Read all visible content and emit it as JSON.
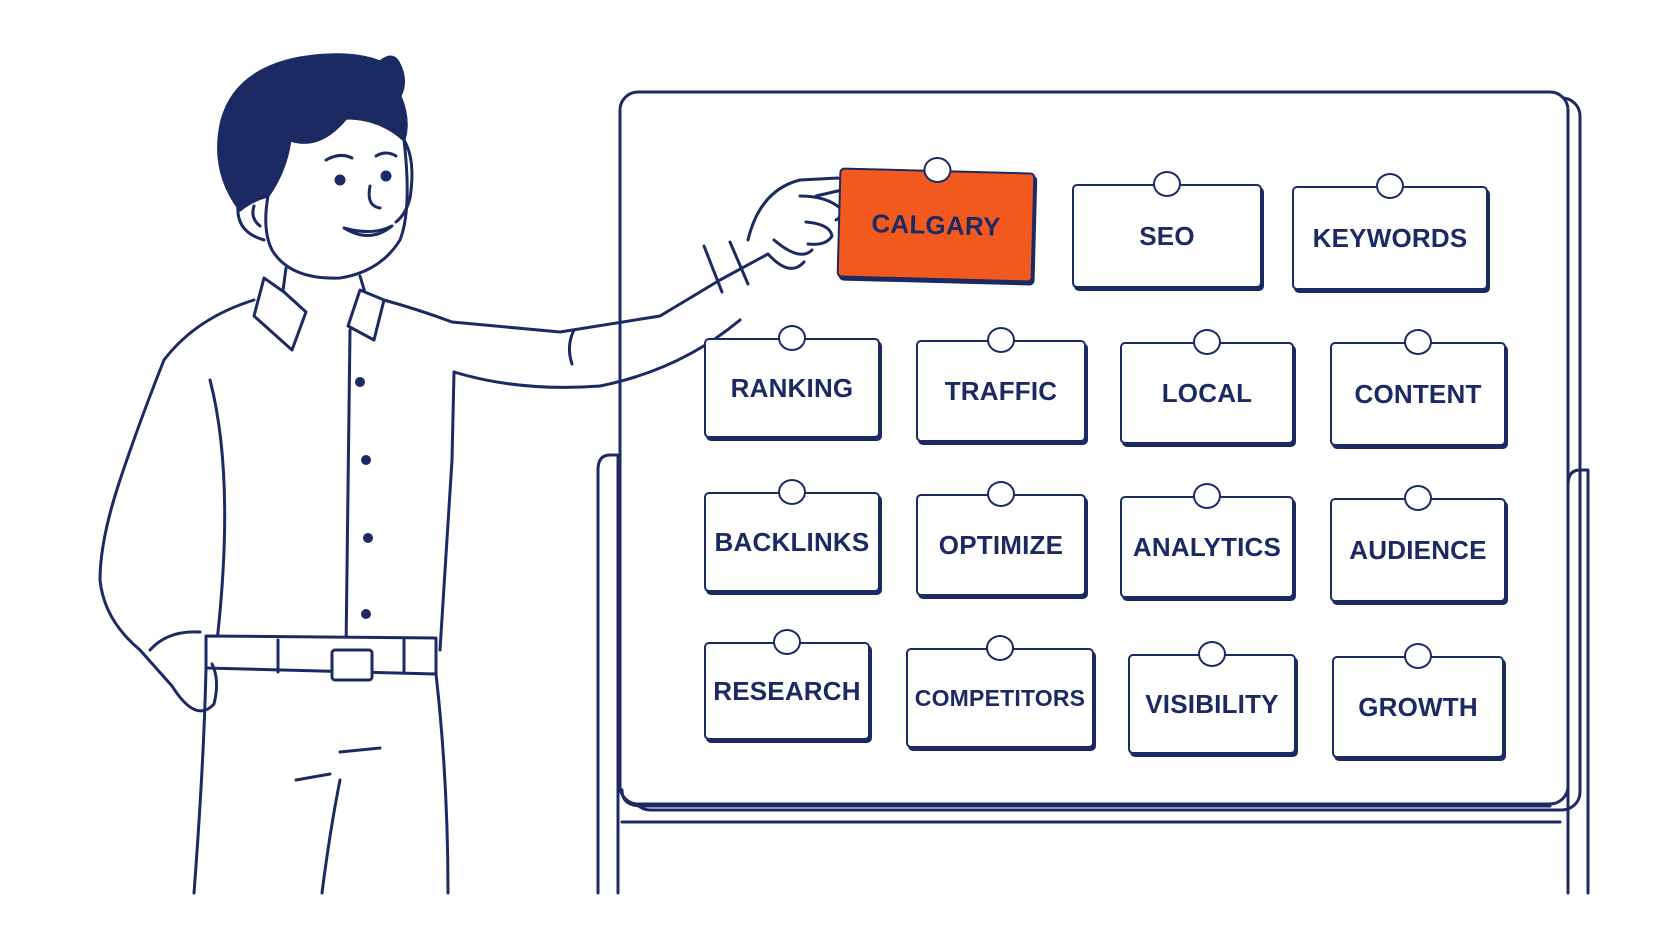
{
  "board": {
    "cards": [
      {
        "label": "CALGARY",
        "highlighted": true
      },
      {
        "label": "SEO"
      },
      {
        "label": "KEYWORDS"
      },
      {
        "label": "RANKING"
      },
      {
        "label": "TRAFFIC"
      },
      {
        "label": "LOCAL"
      },
      {
        "label": "CONTENT"
      },
      {
        "label": "BACKLINKS"
      },
      {
        "label": "OPTIMIZE"
      },
      {
        "label": "ANALYTICS"
      },
      {
        "label": "AUDIENCE"
      },
      {
        "label": "RESEARCH"
      },
      {
        "label": "COMPETITORS"
      },
      {
        "label": "VISIBILITY"
      },
      {
        "label": "GROWTH"
      }
    ]
  },
  "colors": {
    "line": "#1c2a63",
    "accent": "#f2591f",
    "background": "#ffffff"
  },
  "icons": {
    "person": "man-pointing-illustration",
    "pin": "pushpin-icon"
  }
}
